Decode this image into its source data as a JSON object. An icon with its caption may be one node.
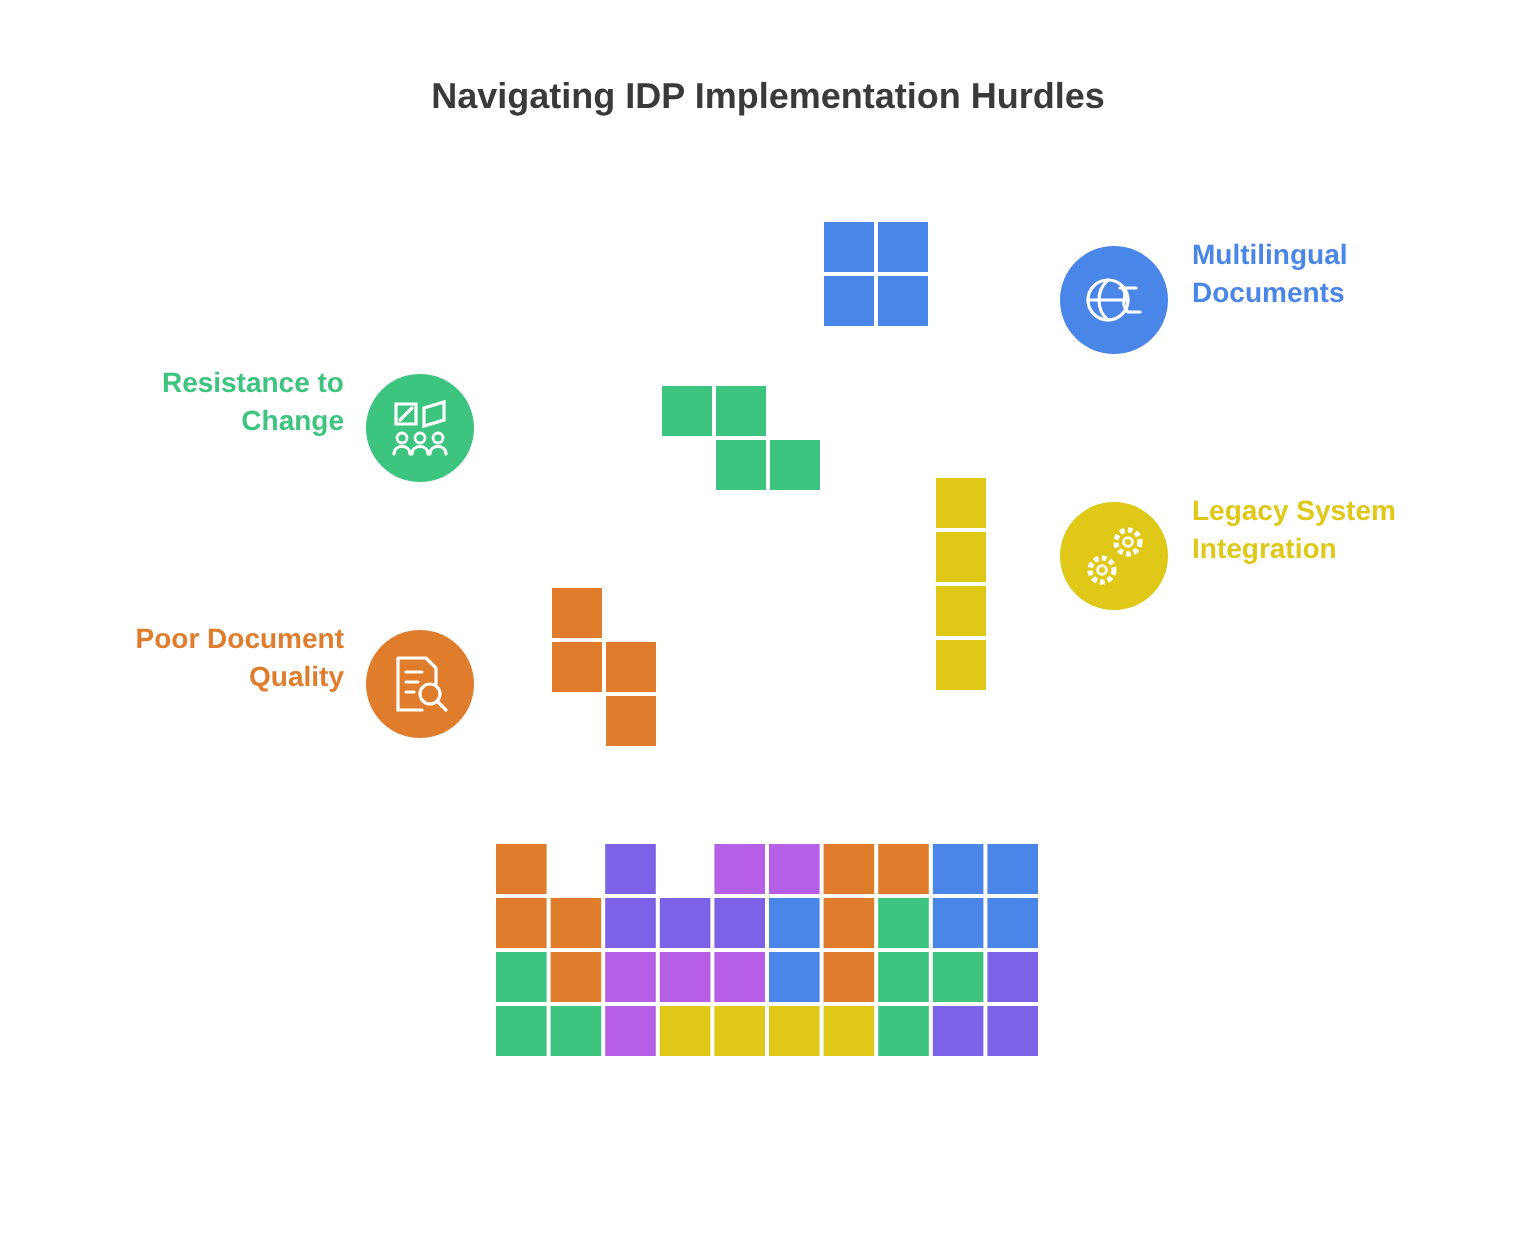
{
  "diagram": {
    "title": "Navigating IDP Implementation Hurdles",
    "labels": [
      "Multilingual Documents",
      "Resistance to Change",
      "Legacy System Integration",
      "Poor Document Quality"
    ]
  }
}
